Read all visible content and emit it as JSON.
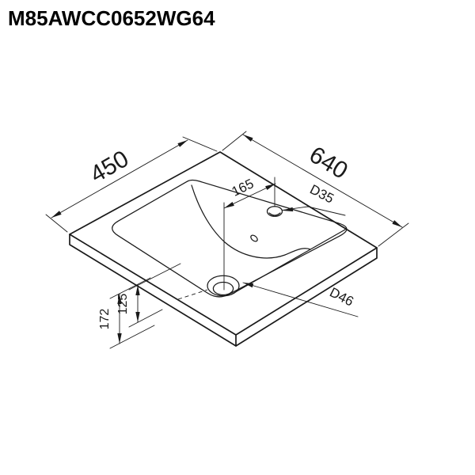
{
  "title": "M85AWCC0652WG64",
  "drawing_type": "isometric technical drawing of washbasin countertop",
  "dims": {
    "d450": "450",
    "d640": "640",
    "d165": "165",
    "d35": "D35",
    "d46": "D46",
    "d172": "172",
    "d125": "125"
  }
}
